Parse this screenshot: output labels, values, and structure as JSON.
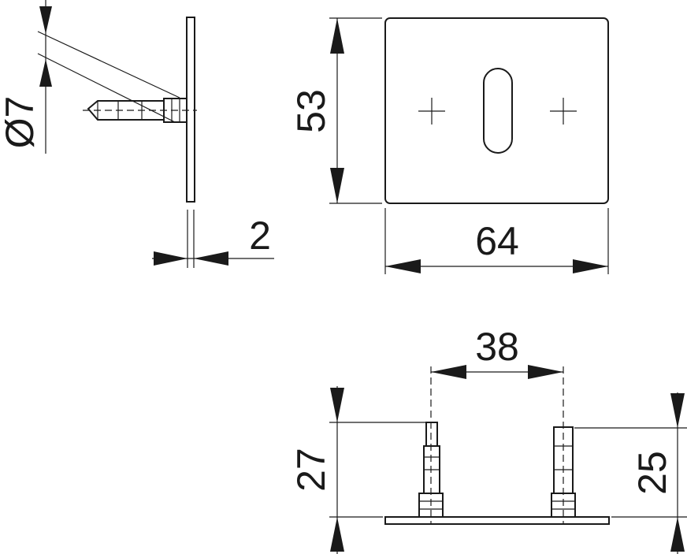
{
  "dimensions": {
    "diameter": "Ø7",
    "plate_thickness": "2",
    "plate_height": "53",
    "plate_width": "64",
    "pin_spacing": "38",
    "left_pin_height": "27",
    "right_pin_height": "25"
  }
}
